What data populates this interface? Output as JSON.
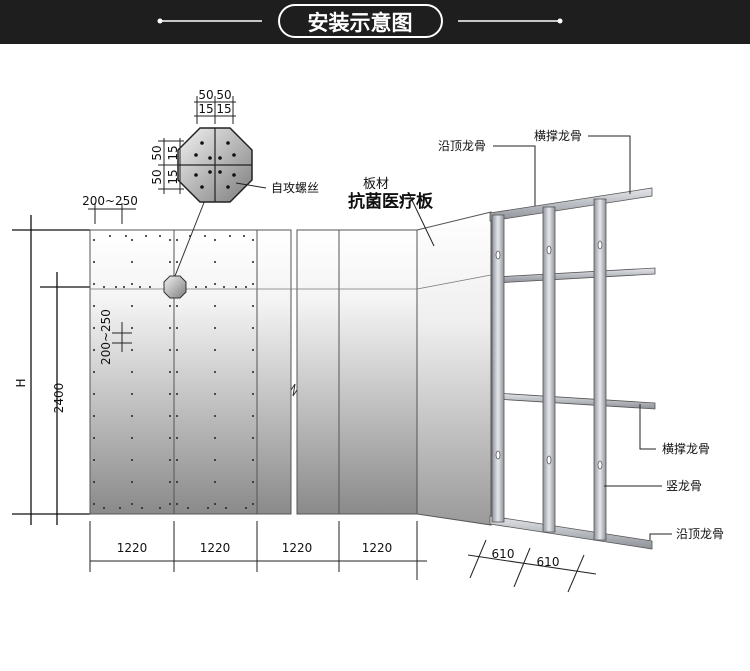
{
  "header": {
    "title": "安装示意图"
  },
  "annotations": {
    "screw": "自攻螺丝",
    "board_small": "板材",
    "board_large": "抗菌医疗板",
    "top_track_upper": "沿顶龙骨",
    "cross_brace_upper": "横撑龙骨",
    "cross_brace_lower": "横撑龙骨",
    "vertical_stud": "竖龙骨",
    "top_track_lower": "沿顶龙骨"
  },
  "dimensions": {
    "detail_50_left": "50",
    "detail_50_right": "50",
    "detail_15_left": "15",
    "detail_15_right": "15",
    "detail_50_top": "50",
    "detail_15_top": "15",
    "detail_50_bottom": "50",
    "detail_15_bottom": "15",
    "edge_spacing": "200~250",
    "field_spacing": "200~250",
    "height_H": "H",
    "height_2400": "2400",
    "panel_widths": [
      "1220",
      "1220",
      "1220",
      "1220"
    ],
    "stud_spacing": [
      "610",
      "610"
    ]
  },
  "colors": {
    "banner": "#1e1e1e",
    "panel_top": "#ffffff",
    "panel_bottom": "#8a8a8a",
    "frame_metal": "#b9bcc3"
  }
}
